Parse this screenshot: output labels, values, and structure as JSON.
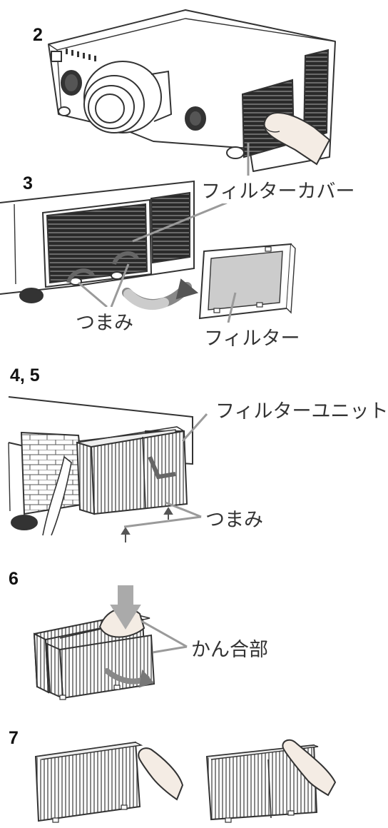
{
  "steps": {
    "s2": "2",
    "s3": "3",
    "s45": "4, 5",
    "s6": "6",
    "s7": "7"
  },
  "labels": {
    "filter_cover": "フィルターカバー",
    "knob_a": "つまみ",
    "filter": "フィルター",
    "filter_unit": "フィルターユニット",
    "knob_b": "つまみ",
    "latch": "かん合部"
  },
  "colors": {
    "line": "#333333",
    "callout": "#9a9a9a",
    "arrow_dark": "#555555",
    "arrow_light": "#bbbbbb"
  }
}
